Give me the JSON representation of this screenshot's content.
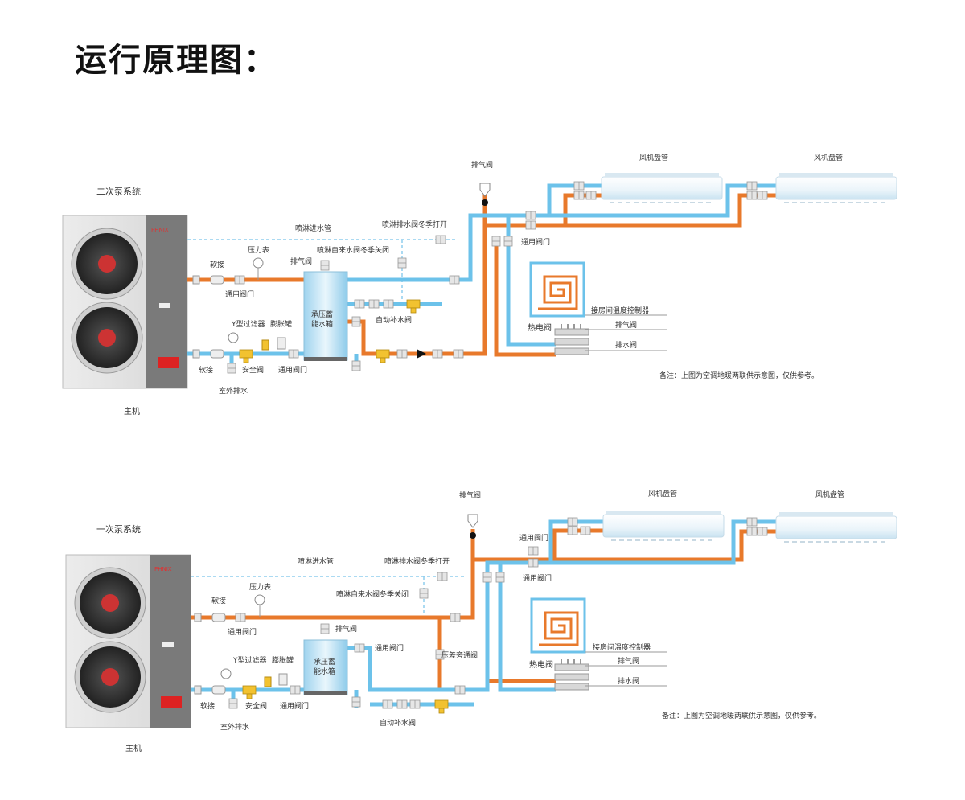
{
  "title": "运行原理图：",
  "diagrams": [
    {
      "system_name": "二次泵系统",
      "unit": "主机",
      "brand": "PHNIX",
      "labels": {
        "spray_in": "喷淋进水管",
        "spray_drain": "喷淋排水阀冬季打开",
        "spray_tap": "喷淋自来水阀冬季关闭",
        "soft_top": "软接",
        "gauge": "压力表",
        "vent_tank": "排气阀",
        "valve_top": "通用阀门",
        "tank": "承压蓄能水箱",
        "auto_fill": "自动补水阀",
        "y_filter": "Y型过滤器",
        "expansion": "膨胀罐",
        "soft_bottom": "软接",
        "safety": "安全阀",
        "valve_bottom": "通用阀门",
        "outdoor_drain": "室外排水",
        "vent_main": "排气阀",
        "valve_right": "通用阀门",
        "fcu1": "风机盘管",
        "fcu2": "风机盘管",
        "thermostat": "接房间温度控制器",
        "manifold_vent": "排气阀",
        "manifold_drain": "排水阀",
        "hot_valve": "热电阀",
        "note": "备注：上图为空调地暖两联供示意图，仅供参考。"
      }
    },
    {
      "system_name": "一次泵系统",
      "unit": "主机",
      "brand": "PHNIX",
      "labels": {
        "spray_in": "喷淋进水管",
        "spray_drain": "喷淋排水阀冬季打开",
        "spray_tap": "喷淋自来水阀冬季关闭",
        "soft_top": "软接",
        "gauge": "压力表",
        "vent_tank": "排气阀",
        "valve_top": "通用阀门",
        "valve_tank_right": "通用阀门",
        "tank": "承压蓄能水箱",
        "auto_fill": "自动补水阀",
        "bypass": "压差旁通阀",
        "y_filter": "Y型过滤器",
        "expansion": "膨胀罐",
        "soft_bottom": "软接",
        "safety": "安全阀",
        "valve_bottom": "通用阀门",
        "outdoor_drain": "室外排水",
        "vent_main": "排气阀",
        "valve_right_top": "通用阀门",
        "valve_right": "通用阀门",
        "fcu1": "风机盘管",
        "fcu2": "风机盘管",
        "thermostat": "接房间温度控制器",
        "manifold_vent": "排气阀",
        "manifold_drain": "排水阀",
        "hot_valve": "热电阀",
        "note": "备注：上图为空调地暖两联供示意图，仅供参考。"
      }
    }
  ],
  "colors": {
    "hot_pipe": "#e8792b",
    "cold_pipe": "#6cc2ea",
    "dashed_pipe": "#8fcdee",
    "valve": "#e2e2e2",
    "filter": "#f2c230"
  }
}
